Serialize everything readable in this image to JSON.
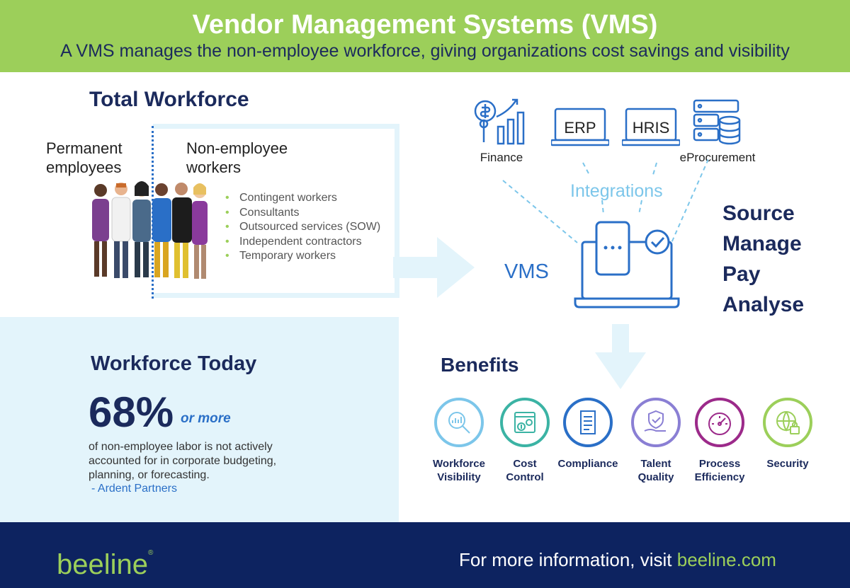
{
  "header": {
    "title": "Vendor Management Systems (VMS)",
    "subtitle": "A VMS manages the non-employee workforce, giving organizations cost savings and visibility"
  },
  "workforce": {
    "title": "Total Workforce",
    "permanent_label": "Permanent employees",
    "nonemployee_label": "Non-employee workers",
    "items": [
      "Contingent workers",
      "Consultants",
      "Outsourced services (SOW)",
      "Independent contractors",
      "Temporary workers"
    ]
  },
  "today": {
    "title": "Workforce Today",
    "percent": "68%",
    "or_more": "or more",
    "description": "of non-employee labor is not actively accounted for in corporate budgeting, planning, or forecasting.",
    "source": "- Ardent Partners"
  },
  "systems": {
    "finance": "Finance",
    "erp": "ERP",
    "hris": "HRIS",
    "eprocurement": "eProcurement",
    "integrations": "Integrations",
    "vms": "VMS",
    "actions": [
      "Source",
      "Manage",
      "Pay",
      "Analyse"
    ],
    "icon_color": "#2a6fc7",
    "light_color": "#7cc6ea"
  },
  "benefits": {
    "title": "Benefits",
    "items": [
      {
        "label": "Workforce\nVisibility",
        "color": "#7cc6ea",
        "icon": "magnifier-chart-icon"
      },
      {
        "label": "Cost\nControl",
        "color": "#3bb3a4",
        "icon": "cost-gear-icon"
      },
      {
        "label": "Compliance",
        "color": "#2a6fc7",
        "icon": "document-icon"
      },
      {
        "label": "Talent\nQuality",
        "color": "#8a7fd4",
        "icon": "hand-shield-icon"
      },
      {
        "label": "Process\nEfficiency",
        "color": "#9c2a8a",
        "icon": "gauge-icon"
      },
      {
        "label": "Security",
        "color": "#9ccf5a",
        "icon": "globe-lock-icon"
      }
    ]
  },
  "footer": {
    "logo": "beeline",
    "logo_mark": "®",
    "text": "For more information, visit ",
    "link": "beeline.com"
  }
}
